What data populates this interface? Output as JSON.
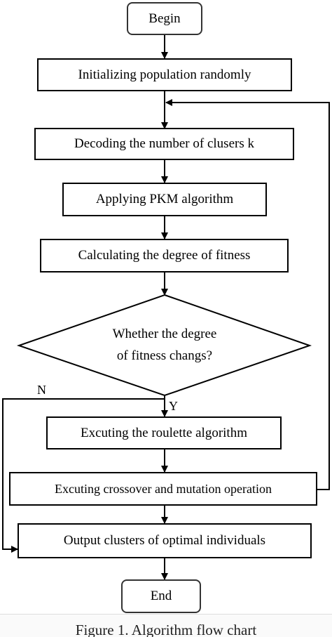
{
  "flowchart": {
    "begin": "Begin",
    "init": "Initializing population randomly",
    "decode": "Decoding the number of clusers k",
    "pkm": "Applying PKM algorithm",
    "fitness": "Calculating the degree of fitness",
    "decision_line1": "Whether the degree",
    "decision_line2": "of fitness changs?",
    "label_no": "N",
    "label_yes": "Y",
    "roulette": "Excuting the roulette algorithm",
    "crossover": "Excuting crossover and mutation operation",
    "output": "Output clusters of optimal individuals",
    "end": "End"
  },
  "caption": "Figure 1. Algorithm flow chart"
}
